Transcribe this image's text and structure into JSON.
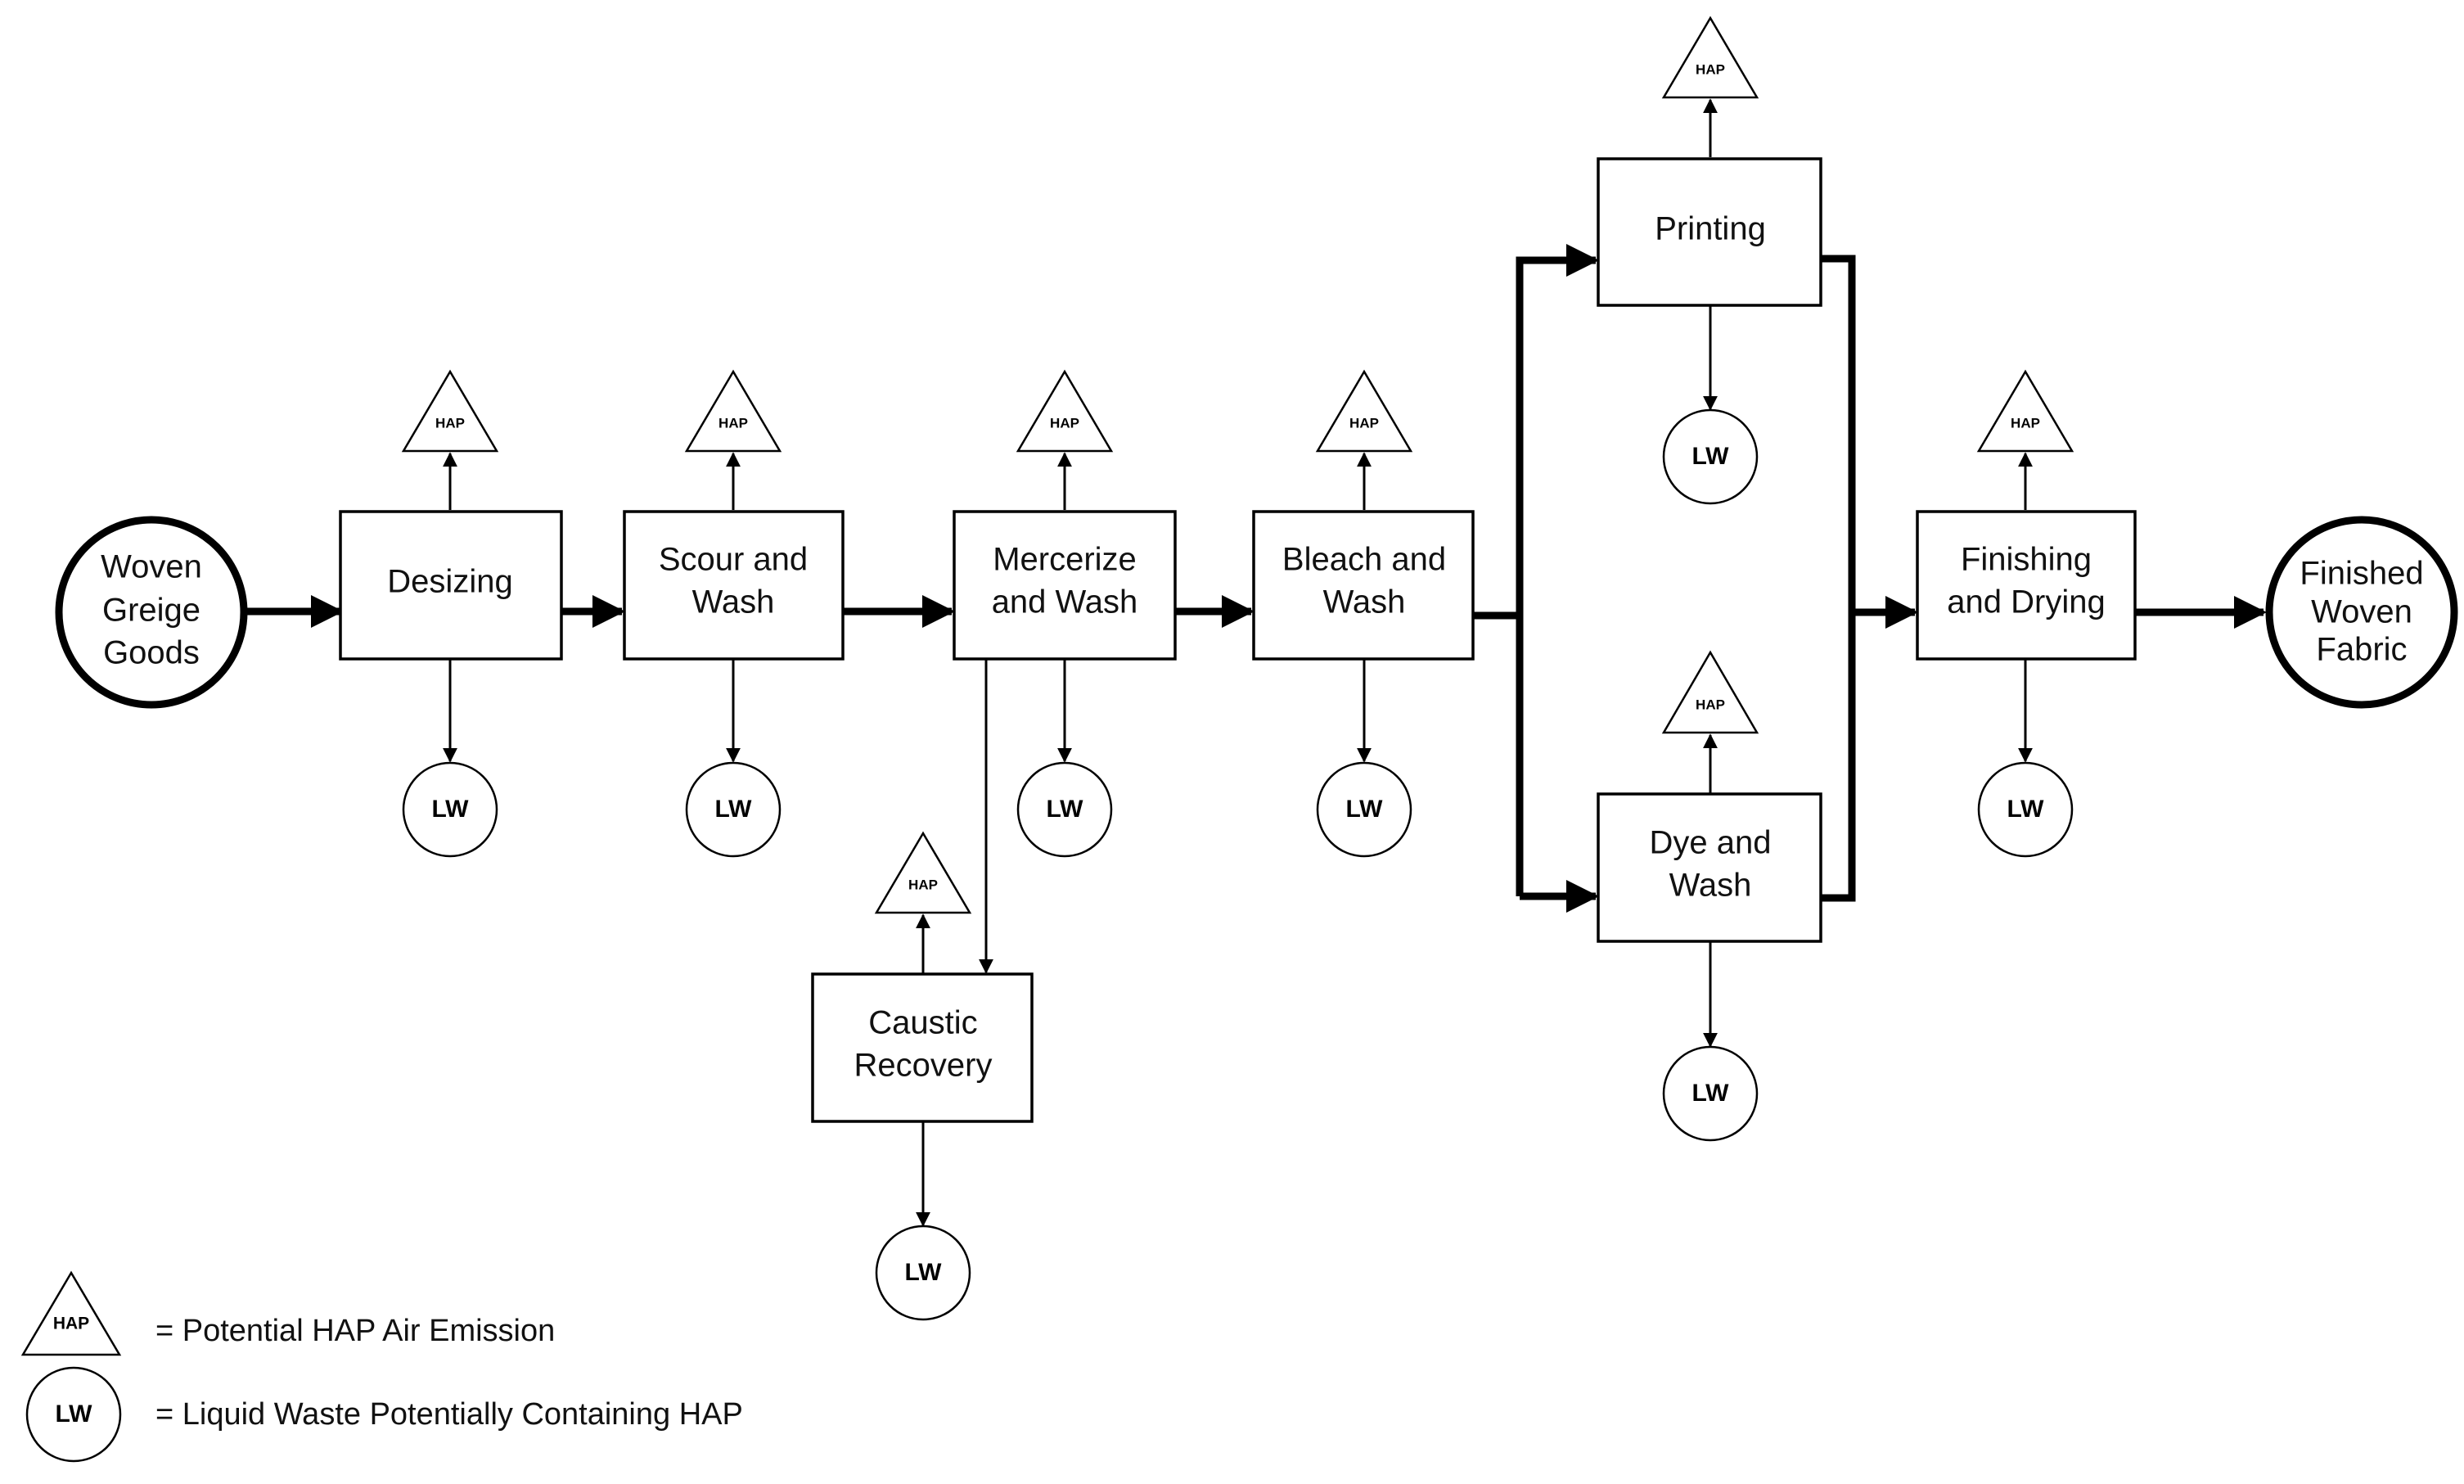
{
  "terminals": {
    "input": [
      "Woven",
      "Greige",
      "Goods"
    ],
    "output": [
      "Finished",
      "Woven",
      "Fabric"
    ]
  },
  "processes": {
    "desizing": [
      "Desizing"
    ],
    "scour": [
      "Scour and",
      "Wash"
    ],
    "mercerize": [
      "Mercerize",
      "and Wash"
    ],
    "bleach": [
      "Bleach and",
      "Wash"
    ],
    "printing": [
      "Printing"
    ],
    "dye": [
      "Dye and",
      "Wash"
    ],
    "finishing": [
      "Finishing",
      "and Drying"
    ],
    "caustic": [
      "Caustic",
      "Recovery"
    ]
  },
  "symbols": {
    "hap": "HAP",
    "lw": "LW"
  },
  "legend": {
    "hap_desc": "= Potential HAP Air Emission",
    "lw_desc": "= Liquid Waste Potentially Containing HAP"
  }
}
